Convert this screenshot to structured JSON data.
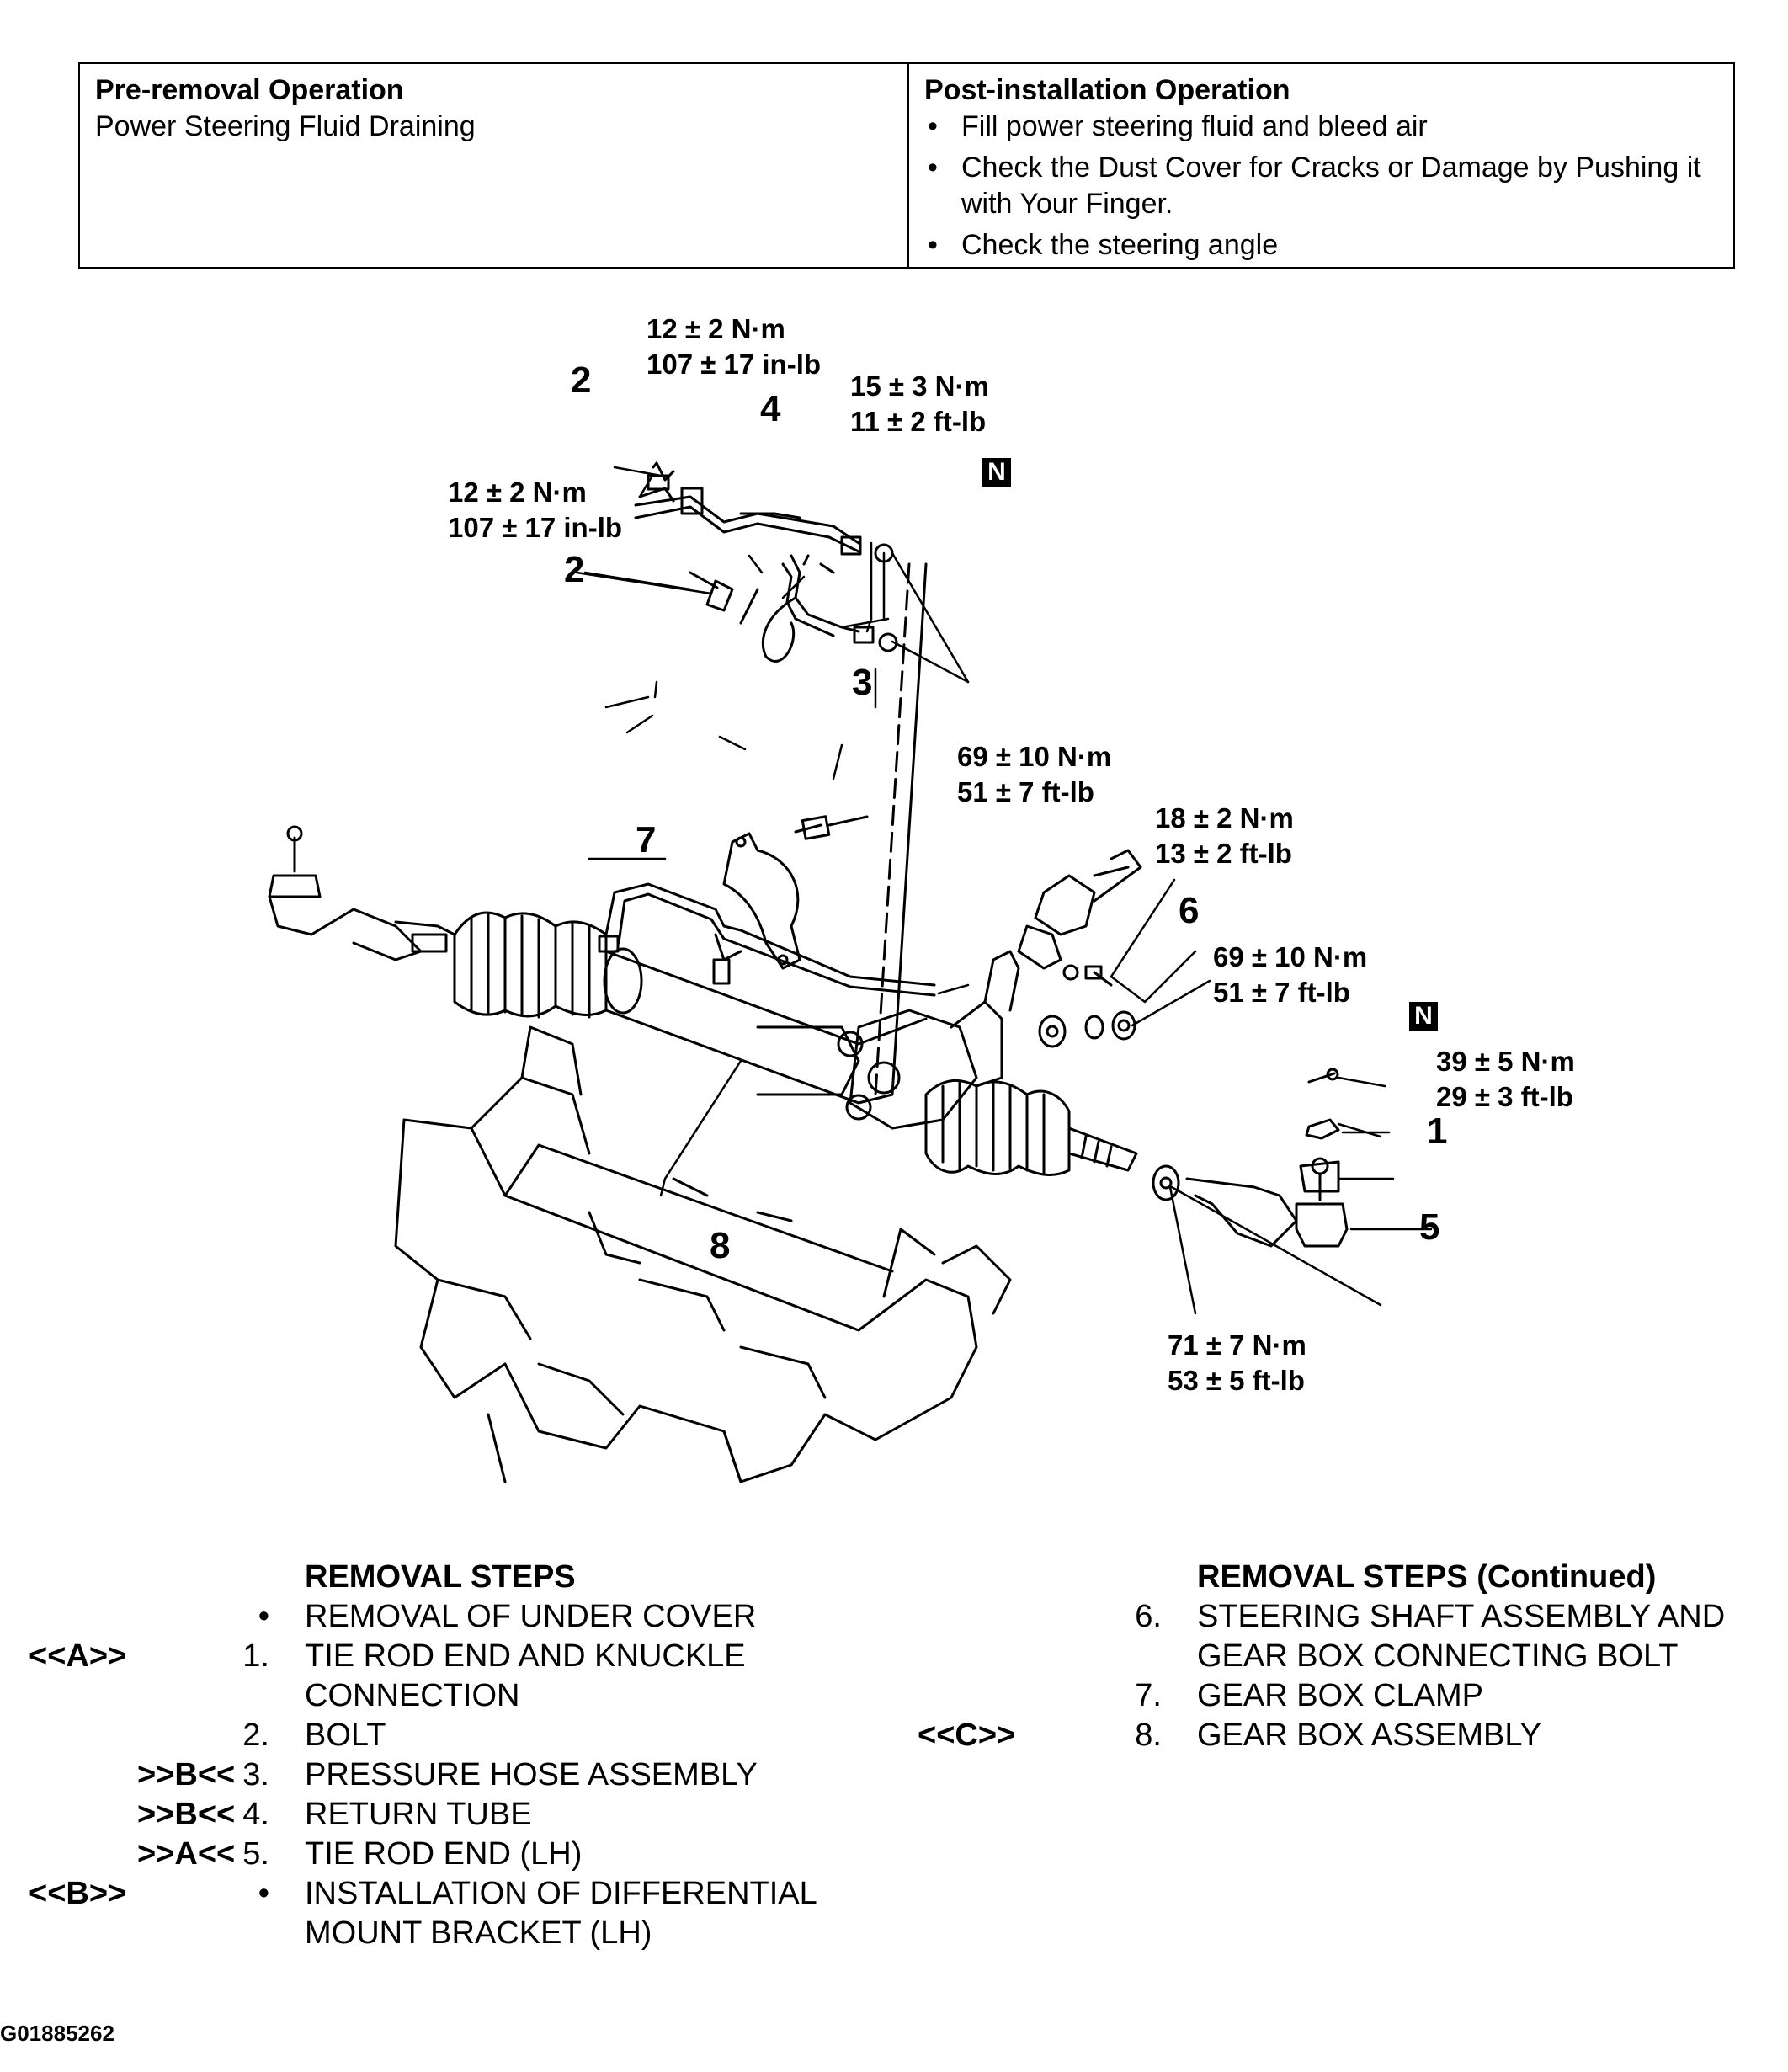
{
  "operations": {
    "pre_title": "Pre-removal Operation",
    "pre_items": [
      "Power Steering Fluid Draining"
    ],
    "post_title": "Post-installation Operation",
    "post_items": [
      "Fill power steering fluid and bleed air",
      "Check the Dust Cover for Cracks or Damage by Pushing it with Your Finger.",
      "Check the steering angle"
    ]
  },
  "diagram": {
    "torque": {
      "t1_nm": "12 ± 2 N·m",
      "t1_lb": "107 ± 17 in-lb",
      "t2_nm": "12 ± 2 N·m",
      "t2_lb": "107 ± 17 in-lb",
      "t3_nm": "15 ± 3 N·m",
      "t3_lb": "11 ± 2 ft-lb",
      "t4_nm": "69 ± 10 N·m",
      "t4_lb": "51 ± 7 ft-lb",
      "t5_nm": "18 ± 2 N·m",
      "t5_lb": "13 ± 2 ft-lb",
      "t6_nm": "69 ± 10 N·m",
      "t6_lb": "51 ± 7 ft-lb",
      "t7_nm": "39 ± 5 N·m",
      "t7_lb": "29 ± 3 ft-lb",
      "t8_nm": "71 ± 7 N·m",
      "t8_lb": "53 ± 5 ft-lb"
    },
    "callouts": {
      "c2a": "2",
      "c2b": "2",
      "c3": "3",
      "c4": "4",
      "c5": "5",
      "c6": "6",
      "c7": "7",
      "c8": "8",
      "c1": "1",
      "n1": "N",
      "n2": "N"
    }
  },
  "removal_steps": {
    "title": "REMOVAL STEPS",
    "items": [
      {
        "code": "",
        "num": "•",
        "text": "REMOVAL OF UNDER COVER"
      },
      {
        "code": "<<A>>",
        "num": "1.",
        "text": "TIE ROD END AND KNUCKLE CONNECTION"
      },
      {
        "code": "",
        "num": "2.",
        "text": "BOLT"
      },
      {
        "code": ">>B<<",
        "num": "3.",
        "text": "PRESSURE HOSE ASSEMBLY"
      },
      {
        "code": ">>B<<",
        "num": "4.",
        "text": "RETURN TUBE"
      },
      {
        "code": ">>A<<",
        "num": "5.",
        "text": "TIE ROD END (LH)"
      },
      {
        "code": "<<B>>",
        "num": "•",
        "text": "INSTALLATION OF DIFFERENTIAL MOUNT BRACKET (LH)"
      }
    ]
  },
  "removal_steps_cont": {
    "title": "REMOVAL STEPS (Continued)",
    "items": [
      {
        "code": "",
        "num": "6.",
        "text": "STEERING SHAFT ASSEMBLY AND GEAR BOX CONNECTING BOLT"
      },
      {
        "code": "",
        "num": "7.",
        "text": "GEAR BOX CLAMP"
      },
      {
        "code": "<<C>>",
        "num": "8.",
        "text": "GEAR BOX ASSEMBLY"
      }
    ]
  },
  "figure_id": "G01885262"
}
